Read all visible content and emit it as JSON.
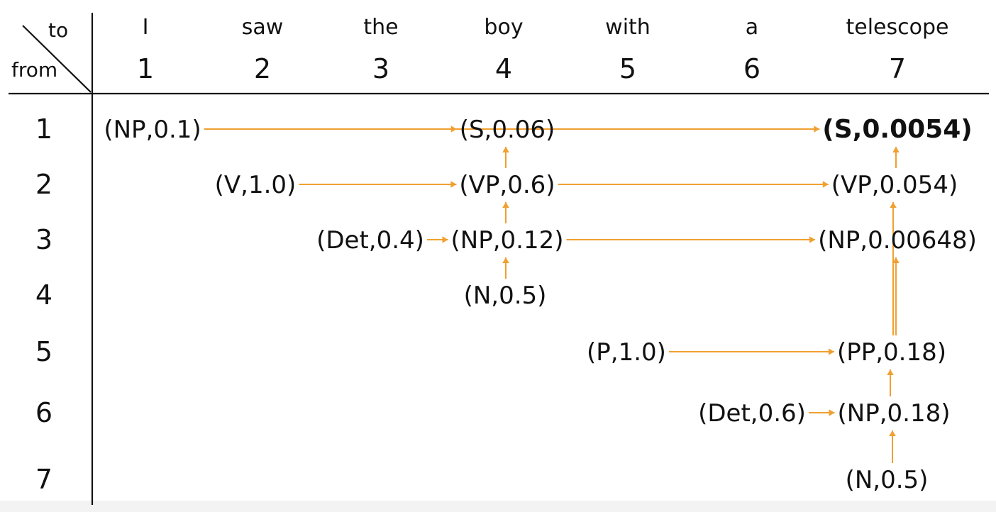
{
  "corner": {
    "to_label": "to",
    "from_label": "from"
  },
  "colors": {
    "arrow": "#f0a030",
    "ink": "#111111"
  },
  "columns": [
    {
      "word": "I",
      "index": "1"
    },
    {
      "word": "saw",
      "index": "2"
    },
    {
      "word": "the",
      "index": "3"
    },
    {
      "word": "boy",
      "index": "4"
    },
    {
      "word": "with",
      "index": "5"
    },
    {
      "word": "a",
      "index": "6"
    },
    {
      "word": "telescope",
      "index": "7"
    }
  ],
  "rows": [
    "1",
    "2",
    "3",
    "4",
    "5",
    "6",
    "7"
  ],
  "cells": [
    {
      "id": "np11",
      "text": "(NP,0.1)",
      "from": 1,
      "to": 1,
      "bold": false
    },
    {
      "id": "v22",
      "text": "(V,1.0)",
      "from": 2,
      "to": 2,
      "bold": false
    },
    {
      "id": "det33",
      "text": "(Det,0.4)",
      "from": 3,
      "to": 3,
      "bold": false
    },
    {
      "id": "n44",
      "text": "(N,0.5)",
      "from": 4,
      "to": 4,
      "bold": false
    },
    {
      "id": "np34",
      "text": "(NP,0.12)",
      "from": 3,
      "to": 4,
      "bold": false
    },
    {
      "id": "vp24",
      "text": "(VP,0.6)",
      "from": 2,
      "to": 4,
      "bold": false
    },
    {
      "id": "s14",
      "text": "(S,0.06)",
      "from": 1,
      "to": 4,
      "bold": false
    },
    {
      "id": "p55",
      "text": "(P,1.0)",
      "from": 5,
      "to": 5,
      "bold": false
    },
    {
      "id": "det66",
      "text": "(Det,0.6)",
      "from": 6,
      "to": 6,
      "bold": false
    },
    {
      "id": "n77",
      "text": "(N,0.5)",
      "from": 7,
      "to": 7,
      "bold": false
    },
    {
      "id": "np67",
      "text": "(NP,0.18)",
      "from": 6,
      "to": 7,
      "bold": false
    },
    {
      "id": "pp57",
      "text": "(PP,0.18)",
      "from": 5,
      "to": 7,
      "bold": false
    },
    {
      "id": "np37",
      "text": "(NP,0.00648)",
      "from": 3,
      "to": 7,
      "bold": false
    },
    {
      "id": "vp27",
      "text": "(VP,0.054)",
      "from": 2,
      "to": 7,
      "bold": false
    },
    {
      "id": "s17",
      "text": "(S,0.0054)",
      "from": 1,
      "to": 7,
      "bold": true
    }
  ],
  "edges": [
    [
      "np11",
      "s14"
    ],
    [
      "np11",
      "s17"
    ],
    [
      "v22",
      "vp24"
    ],
    [
      "vp24",
      "s14"
    ],
    [
      "vp24",
      "vp27"
    ],
    [
      "det33",
      "np34"
    ],
    [
      "n44",
      "np34"
    ],
    [
      "np34",
      "vp24"
    ],
    [
      "np34",
      "np37"
    ],
    [
      "p55",
      "pp57"
    ],
    [
      "pp57",
      "np37"
    ],
    [
      "pp57",
      "vp27"
    ],
    [
      "det66",
      "np67"
    ],
    [
      "n77",
      "np67"
    ],
    [
      "np67",
      "pp57"
    ],
    [
      "vp27",
      "s17"
    ]
  ]
}
